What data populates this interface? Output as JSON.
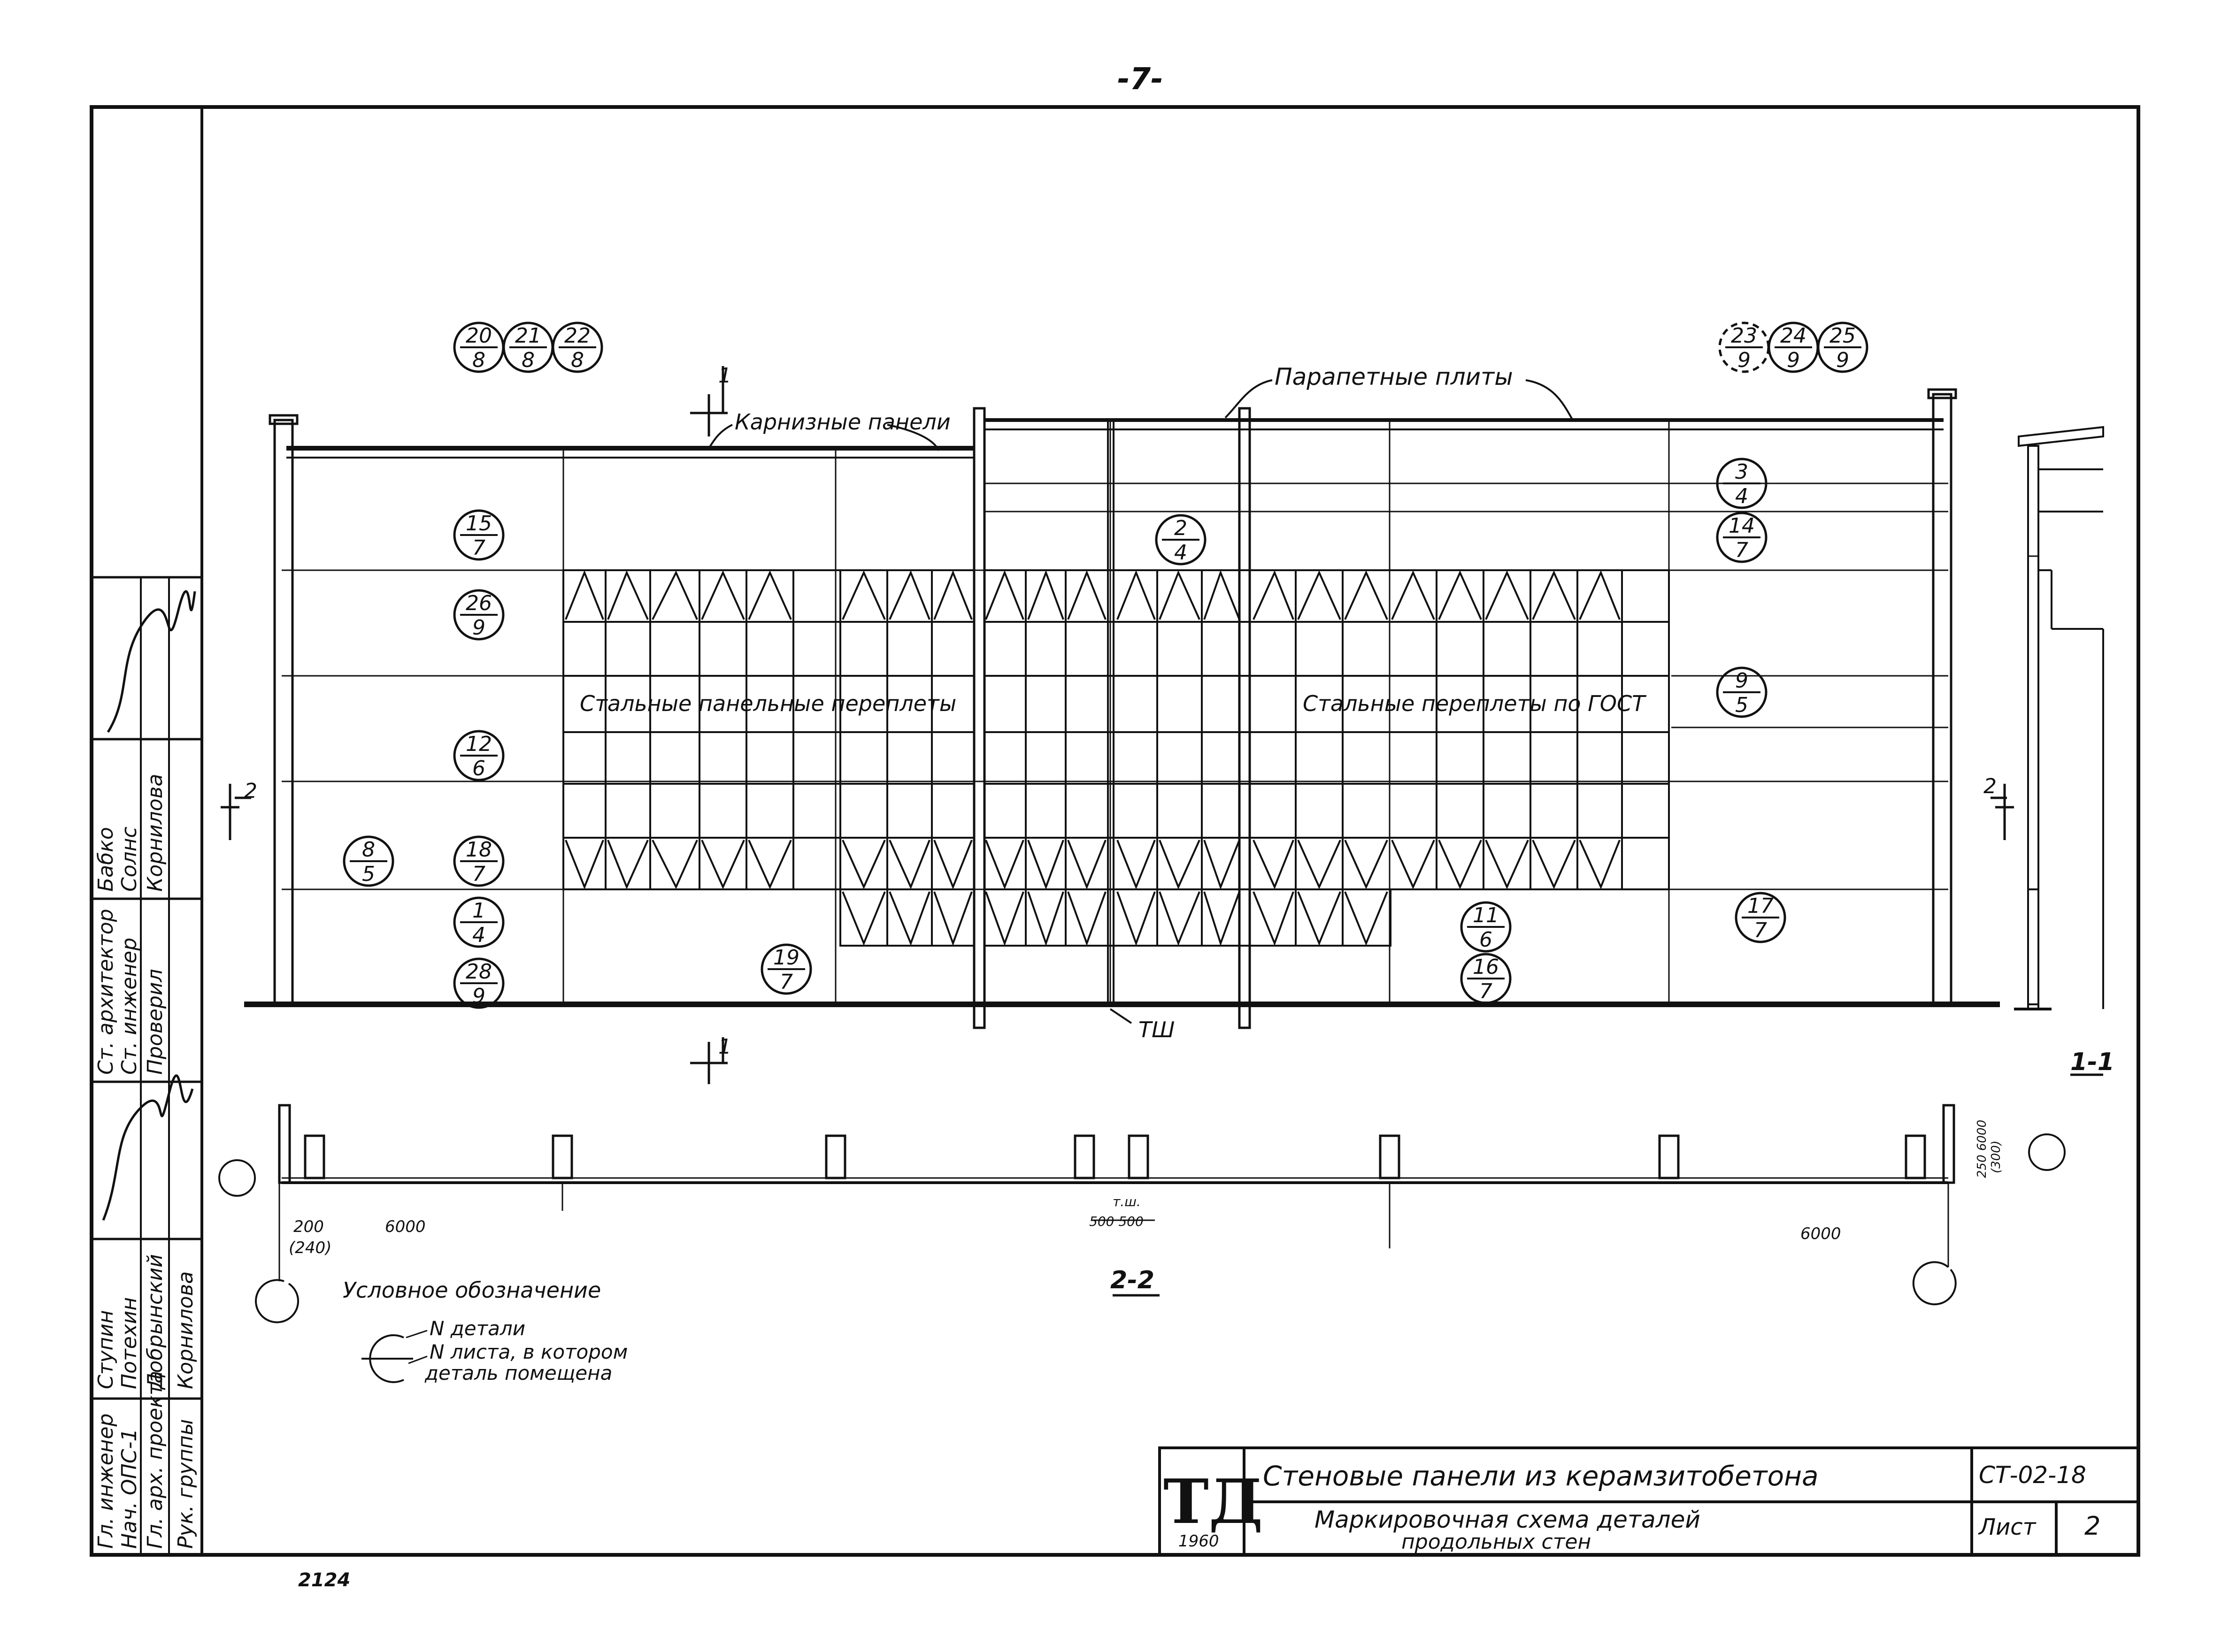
{
  "page_number": "-7-",
  "labels": {
    "parapet_plates": "Парапетные плиты",
    "cornice_panels": "Карнизные панели",
    "steel_panel_frames": "Стальные панельные переплеты",
    "steel_frames_gost": "Стальные переплеты по ГОСТ",
    "expansion_joint": "ТШ",
    "section_1_1": "1-1",
    "section_2_2": "2-2",
    "section_mark_1": "1",
    "section_mark_2": "2"
  },
  "markers": [
    {
      "top": "20",
      "bottom": "8"
    },
    {
      "top": "21",
      "bottom": "8"
    },
    {
      "top": "22",
      "bottom": "8"
    },
    {
      "top": "23",
      "bottom": "9"
    },
    {
      "top": "24",
      "bottom": "9"
    },
    {
      "top": "25",
      "bottom": "9"
    },
    {
      "top": "15",
      "bottom": "7"
    },
    {
      "top": "26",
      "bottom": "9"
    },
    {
      "top": "12",
      "bottom": "6"
    },
    {
      "top": "8",
      "bottom": "5"
    },
    {
      "top": "18",
      "bottom": "7"
    },
    {
      "top": "1",
      "bottom": "4"
    },
    {
      "top": "28",
      "bottom": "9"
    },
    {
      "top": "19",
      "bottom": "7"
    },
    {
      "top": "2",
      "bottom": "4"
    },
    {
      "top": "3",
      "bottom": "4"
    },
    {
      "top": "14",
      "bottom": "7"
    },
    {
      "top": "9",
      "bottom": "5"
    },
    {
      "top": "11",
      "bottom": "6"
    },
    {
      "top": "16",
      "bottom": "7"
    },
    {
      "top": "17",
      "bottom": "7"
    }
  ],
  "dimensions": {
    "d200": "200",
    "d240": "(240)",
    "d6000_left": "6000",
    "d6000_right": "6000",
    "tsh_small": "т.ш.",
    "d500": "500 500",
    "d_right": "250 6000",
    "d_right2": "(300)"
  },
  "legend": {
    "title": "Условное обозначение",
    "line1": "N детали",
    "line2": "N листа, в котором",
    "line3": "деталь помещена"
  },
  "stamp_left": {
    "roles": [
      "Гл. инженер",
      "Нач. ОПС-1",
      "Гл. арх. проекта",
      "Рук. группы"
    ],
    "names": [
      "Ступин",
      "Потехин",
      "Добрынский",
      "Корнилова"
    ],
    "roles2": [
      "Ст. архитектор",
      "Ст. инженер",
      "Проверил"
    ],
    "names2": [
      "Бабко",
      "Солнс",
      "Корнилова"
    ]
  },
  "title_block": {
    "logo": "ТД",
    "year": "1960",
    "title_line1": "Стеновые панели из керамзитобетона",
    "title_line2": "Маркировочная схема деталей",
    "title_line3": "продольных стен",
    "code": "СТ-02-18",
    "sheet_label": "Лист",
    "sheet_number": "2"
  },
  "archive_number": "2124"
}
